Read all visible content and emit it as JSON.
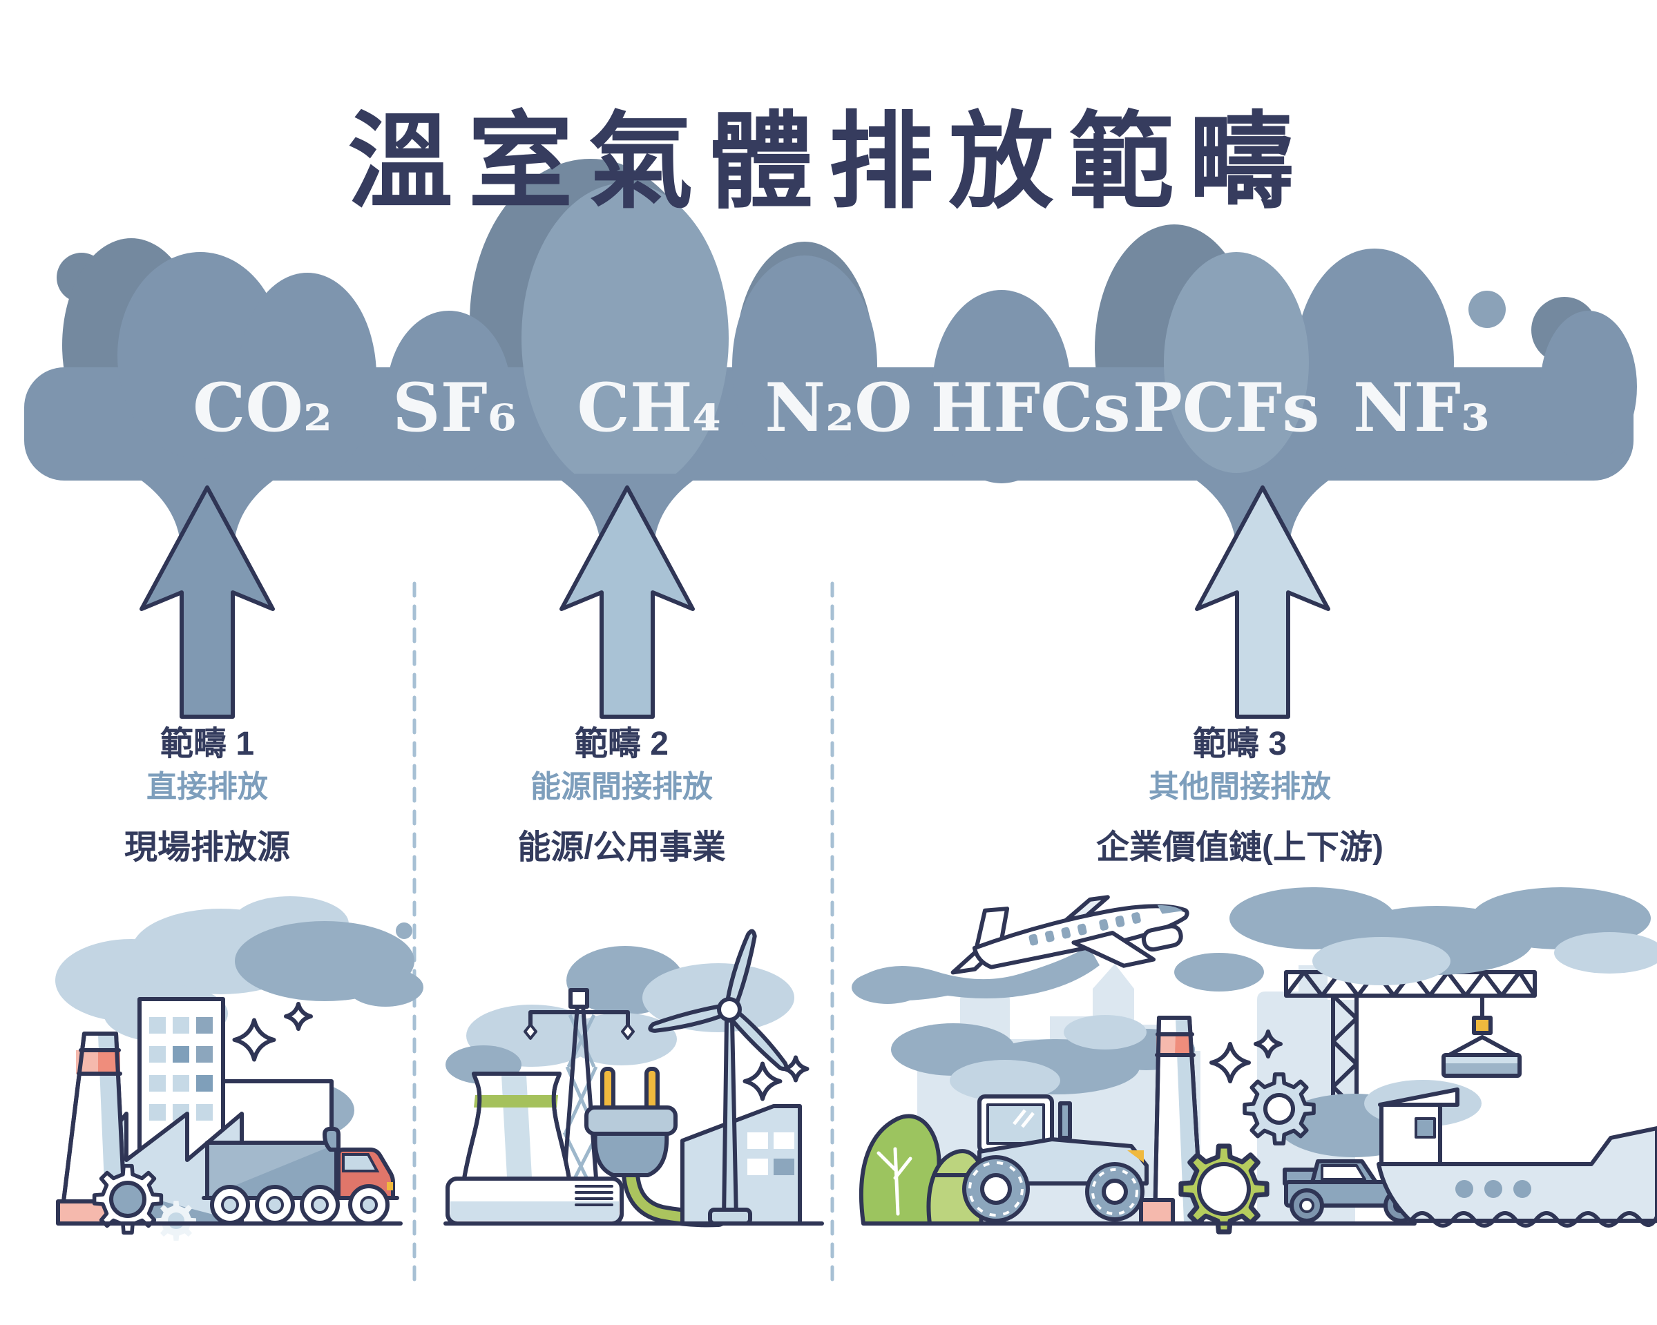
{
  "title": "溫室氣體排放範疇",
  "cloud": {
    "gases": [
      "CO₂",
      "SF₆",
      "CH₄",
      "N₂O",
      "HFCs",
      "PCFs",
      "NF₃"
    ]
  },
  "scopes": [
    {
      "label": "範疇 1",
      "type": "直接排放",
      "source": "現場排放源",
      "arrow_color": "#8099b2",
      "illustration": "factory-with-truck"
    },
    {
      "label": "範疇 2",
      "type": "能源間接排放",
      "source": "能源/公用事業",
      "arrow_color": "#a9c2d5",
      "illustration": "energy-and-utilities"
    },
    {
      "label": "範疇 3",
      "type": "其他間接排放",
      "source": "企業價值鏈(上下游)",
      "arrow_color": "#c8dae7",
      "illustration": "corporate-value-chain"
    }
  ],
  "colors": {
    "outline_navy": "#2f3555",
    "title_navy": "#363c5e",
    "cloud_mid": "#7e95ae",
    "cloud_dark": "#74899f",
    "cloud_light": "#8ba2b8",
    "subtitle_blue": "#7d9ebc",
    "divider_blue": "#a7c0d4",
    "gas_text": "#f5f7f9",
    "accent_green": "#a5c15c",
    "accent_coral": "#ef8d7c",
    "accent_yellow": "#f0b93e"
  }
}
